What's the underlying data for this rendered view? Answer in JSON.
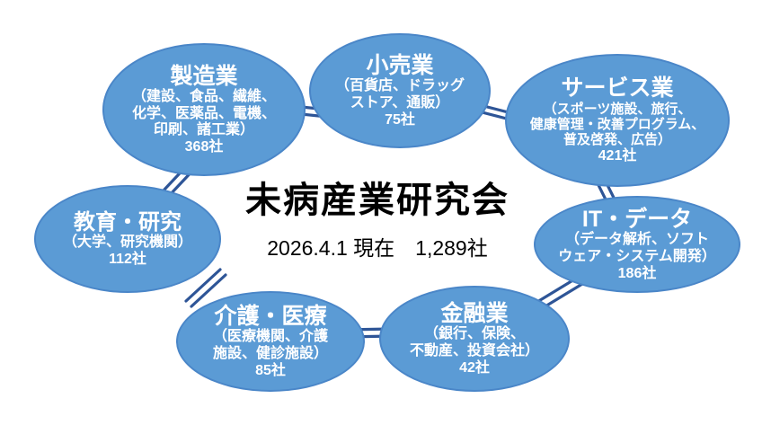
{
  "colors": {
    "ellipse_fill": "#5b9bd5",
    "ellipse_border": "#4a86c8",
    "connector": "#2e5597",
    "ellipse_text": "#ffffff",
    "title_text": "#000000",
    "background": "#ffffff"
  },
  "center": {
    "title": "未病産業研究会",
    "subtitle": "2026.4.1 現在　1,289社"
  },
  "ellipses": [
    {
      "title": "製造業",
      "lines": [
        "（建設、食品、繊維、",
        "化学、医薬品、電機、",
        "印刷、諸工業）"
      ],
      "count": "368社"
    },
    {
      "title": "小売業",
      "lines": [
        "（百貨店、ドラッグ",
        "ストア、通販）"
      ],
      "count": "75社"
    },
    {
      "title": "サービス業",
      "lines": [
        "（スポーツ施設、旅行、",
        "健康管理・改善プログラム、",
        "普及啓発、広告）"
      ],
      "count": "421社"
    },
    {
      "title": "教育・研究",
      "lines": [
        "（大学、研究機関）"
      ],
      "count": "112社"
    },
    {
      "title": "IT・データ",
      "lines": [
        "（データ解析、ソフト",
        "ウェア・システム開発）"
      ],
      "count": "186社"
    },
    {
      "title": "介護・医療",
      "lines": [
        "（医療機関、介護",
        "施設、健診施設）"
      ],
      "count": "85社"
    },
    {
      "title": "金融業",
      "lines": [
        "（銀行、保険、",
        "不動産、投資会社）"
      ],
      "count": "42社"
    }
  ]
}
